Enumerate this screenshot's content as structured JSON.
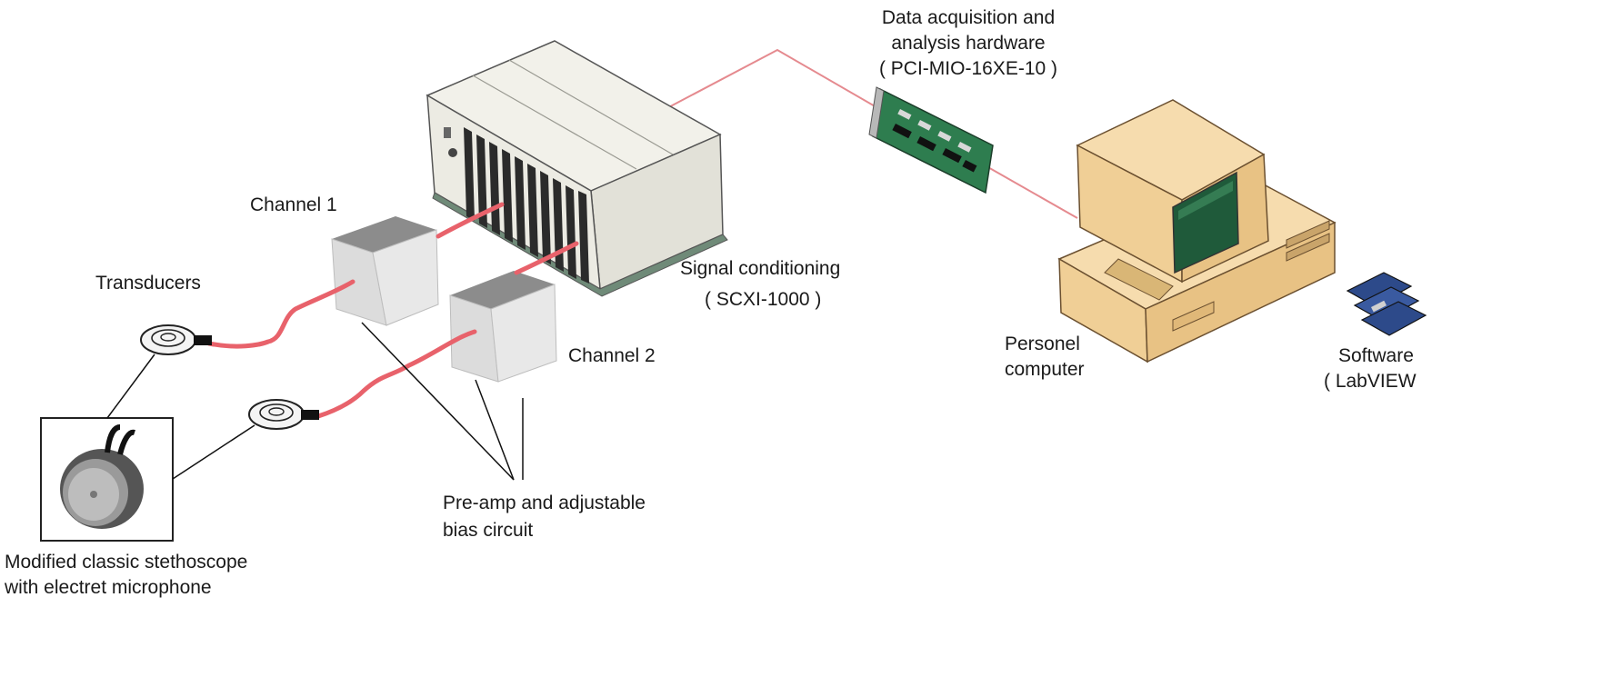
{
  "labels": {
    "daq_title_line1": "Data acquisition and",
    "daq_title_line2": "analysis hardware",
    "daq_model": "( PCI-MIO-16XE-10 )",
    "channel1": "Channel 1",
    "channel2": "Channel 2",
    "transducers": "Transducers",
    "signal_conditioning": "Signal conditioning",
    "scxi_model": "( SCXI-1000 )",
    "pc_line1": "Personel",
    "pc_line2": "computer",
    "software_line1": "Software",
    "software_line2": "( LabVIEW",
    "preamp_line1": "Pre-amp and adjustable",
    "preamp_line2": "bias circuit",
    "stethoscope_line1": "Modified classic stethoscope",
    "stethoscope_line2": "with electret microphone"
  },
  "colors": {
    "cable_red": "#e8626b",
    "signal_line": "#e58a8f",
    "chassis_light": "#ecebe3",
    "chassis_mid": "#d6d5cc",
    "pcb_green": "#2e7d4f",
    "monitor_beige": "#f3d9a8",
    "screen_green": "#1f5a3a",
    "box_gray": "#d9d9d9"
  }
}
